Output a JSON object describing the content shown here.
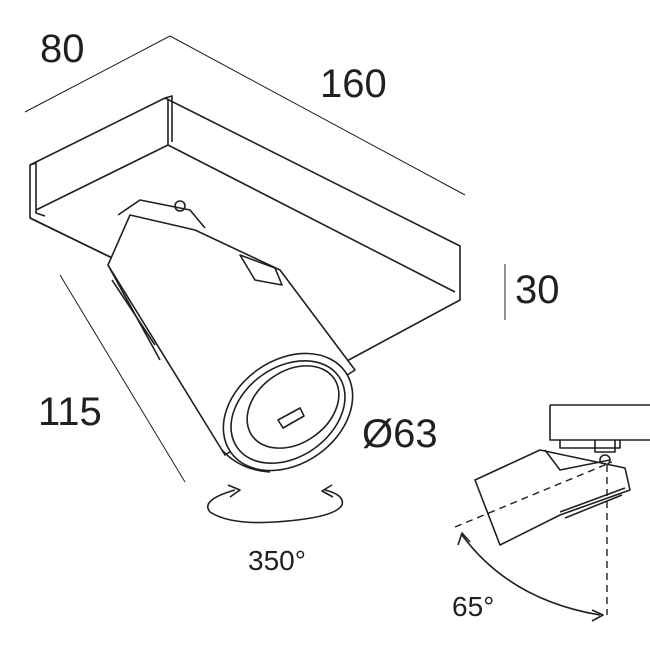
{
  "dimensions": {
    "width": "80",
    "length": "160",
    "height": "30",
    "arm_length": "115",
    "diameter": "Ø63",
    "rotation": "350°",
    "tilt": "65°"
  }
}
